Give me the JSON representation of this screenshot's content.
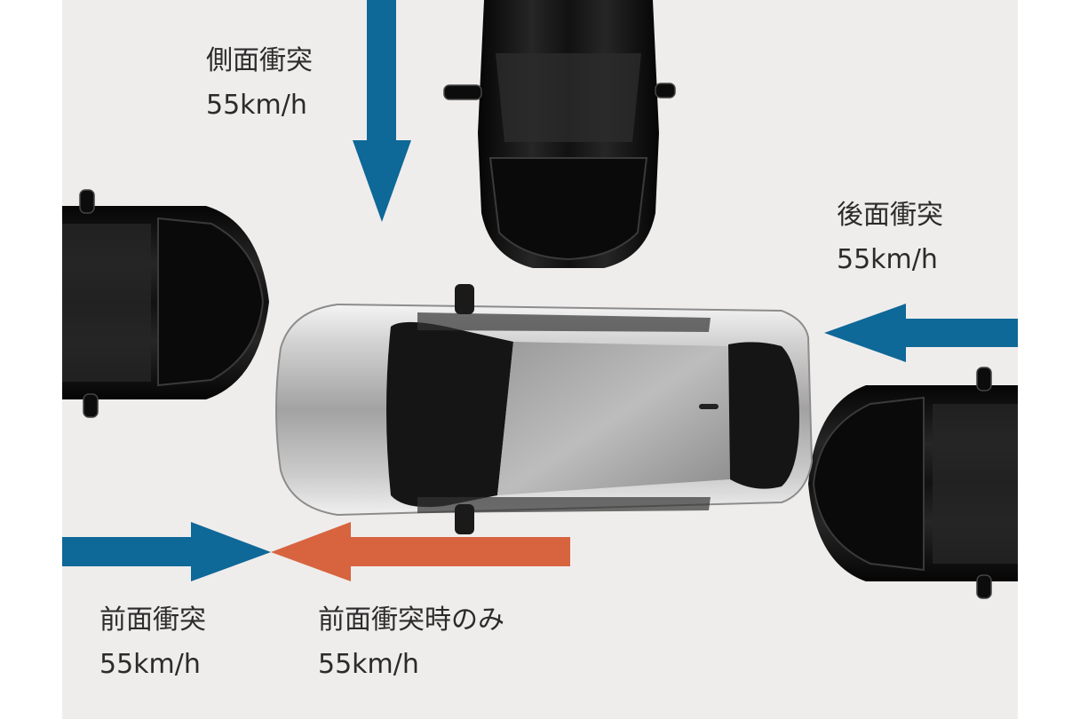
{
  "colors": {
    "background": "#efedec",
    "blue_arrow": "#0e6898",
    "orange_arrow": "#d7643f",
    "silver_car": "#a9a9a9",
    "dark_car": "#141414",
    "text": "#2b2b2b"
  },
  "labels": {
    "side": {
      "title": "側面衝突",
      "speed": "55km/h"
    },
    "rear": {
      "title": "後面衝突",
      "speed": "55km/h"
    },
    "front": {
      "title": "前面衝突",
      "speed": "55km/h"
    },
    "front_only": {
      "title": "前面衝突時のみ",
      "speed": "55km/h"
    }
  },
  "icons": {
    "side_arrow": "arrow-down-icon",
    "rear_arrow": "arrow-left-icon",
    "front_arrow": "arrow-right-icon",
    "front_only_arrow": "arrow-left-icon"
  }
}
